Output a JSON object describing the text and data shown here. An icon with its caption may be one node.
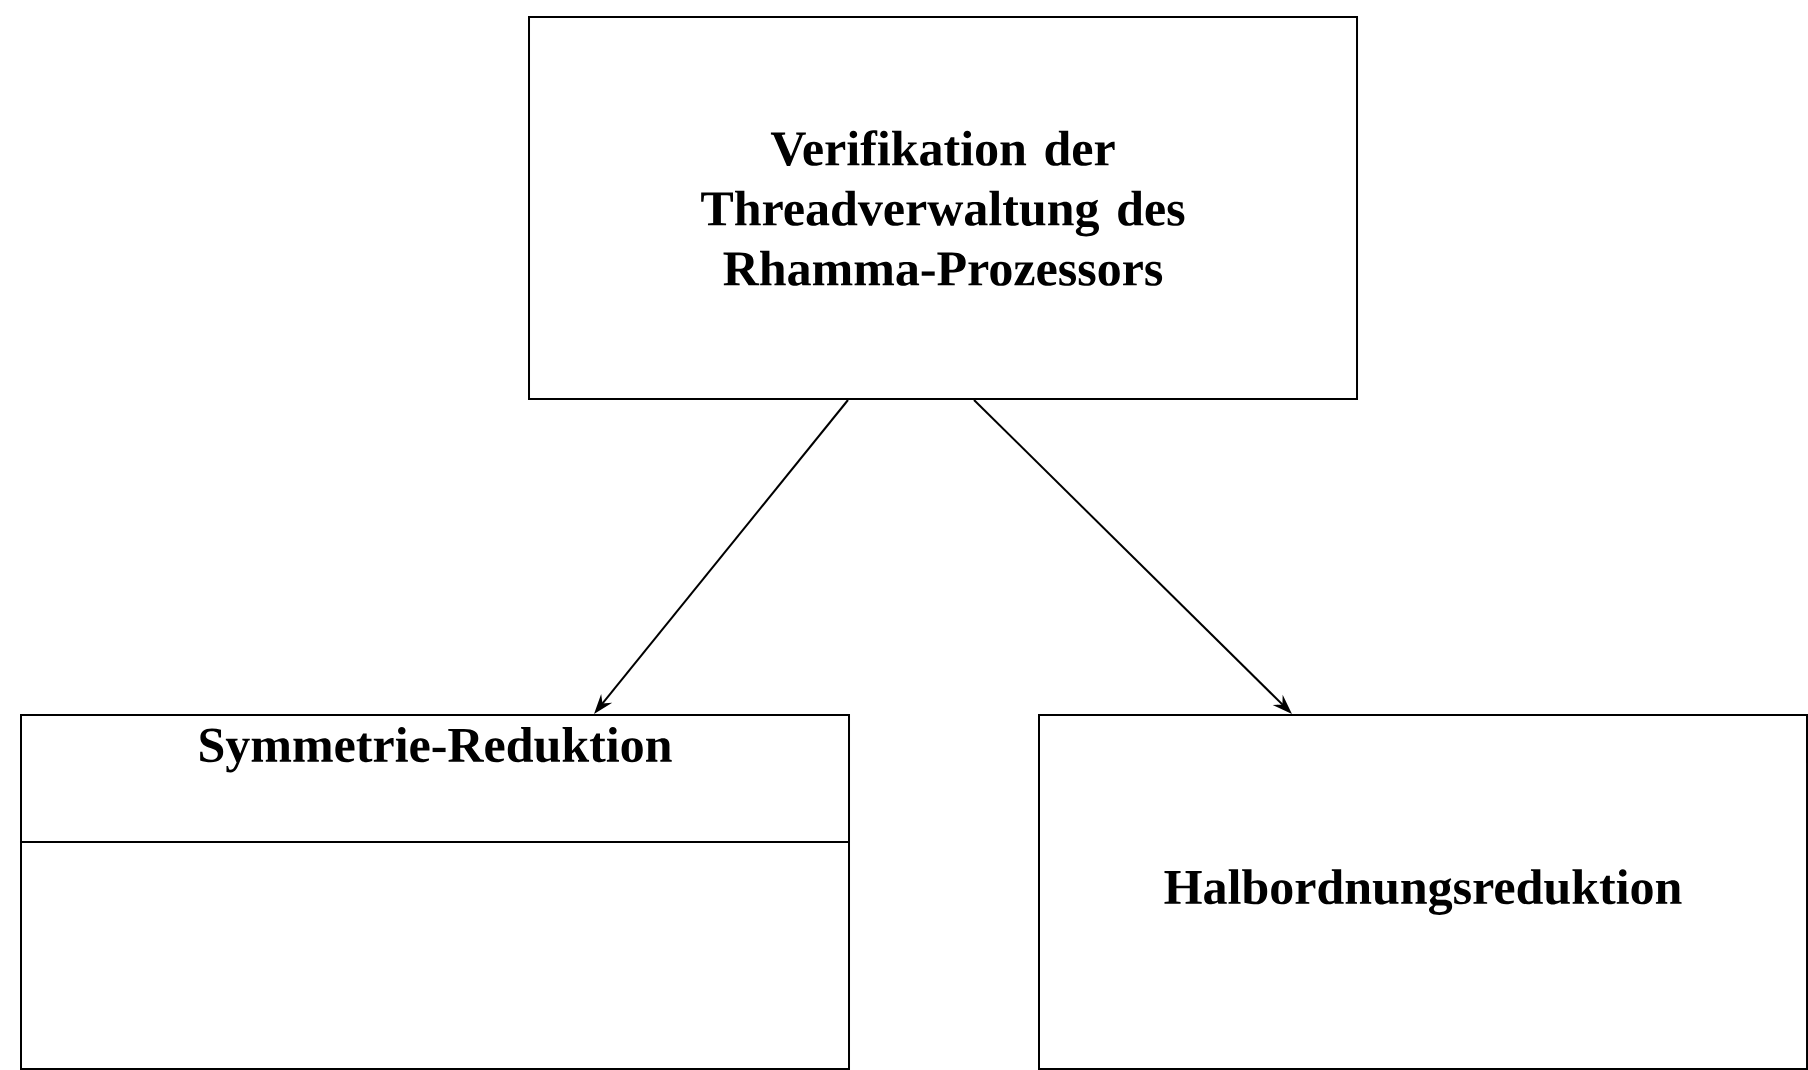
{
  "diagram": {
    "nodes": [
      {
        "text": [
          "Verifikation der Threadverwaltung des Rhamma-Prozessors"
        ]
      },
      {
        "text": [
          "Symmetrie-Reduktion"
        ]
      },
      {
        "text": [
          "Halbordnungsreduktion"
        ]
      }
    ],
    "edges": [
      {
        "from": 0,
        "to": 1,
        "arrow": "to"
      },
      {
        "from": 0,
        "to": 2,
        "arrow": "to"
      }
    ]
  }
}
